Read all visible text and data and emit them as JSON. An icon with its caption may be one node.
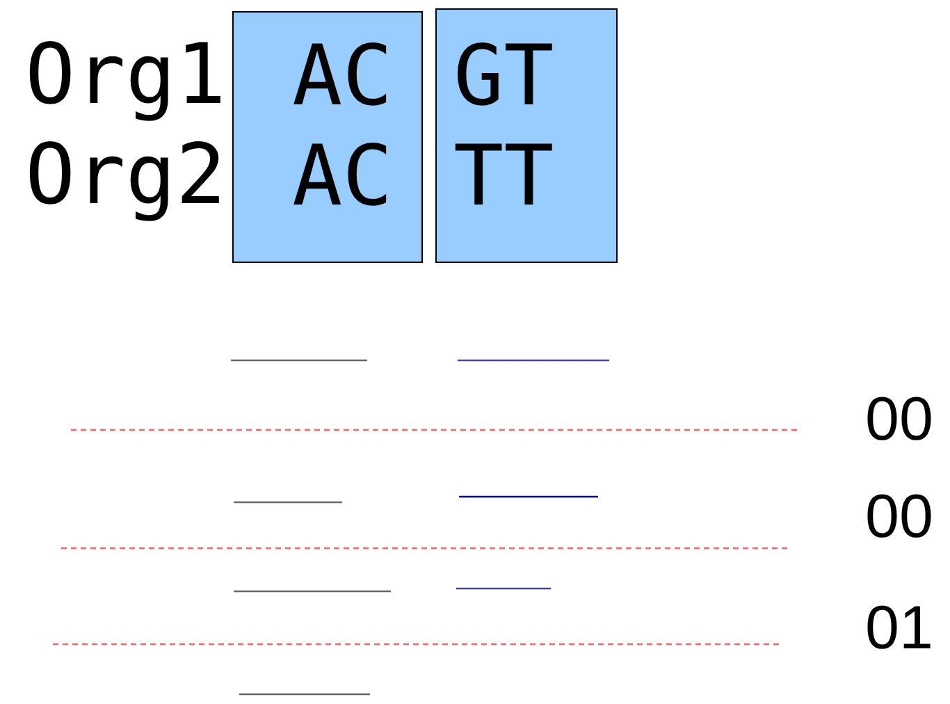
{
  "diagram": {
    "nodes": [
      {
        "text": [
          "AC",
          "AC"
        ]
      },
      {
        "text": [
          "GT",
          "TT"
        ]
      }
    ],
    "edges": [],
    "labels": [
      "Org1",
      "Org2",
      "00",
      "00",
      "01"
    ]
  }
}
